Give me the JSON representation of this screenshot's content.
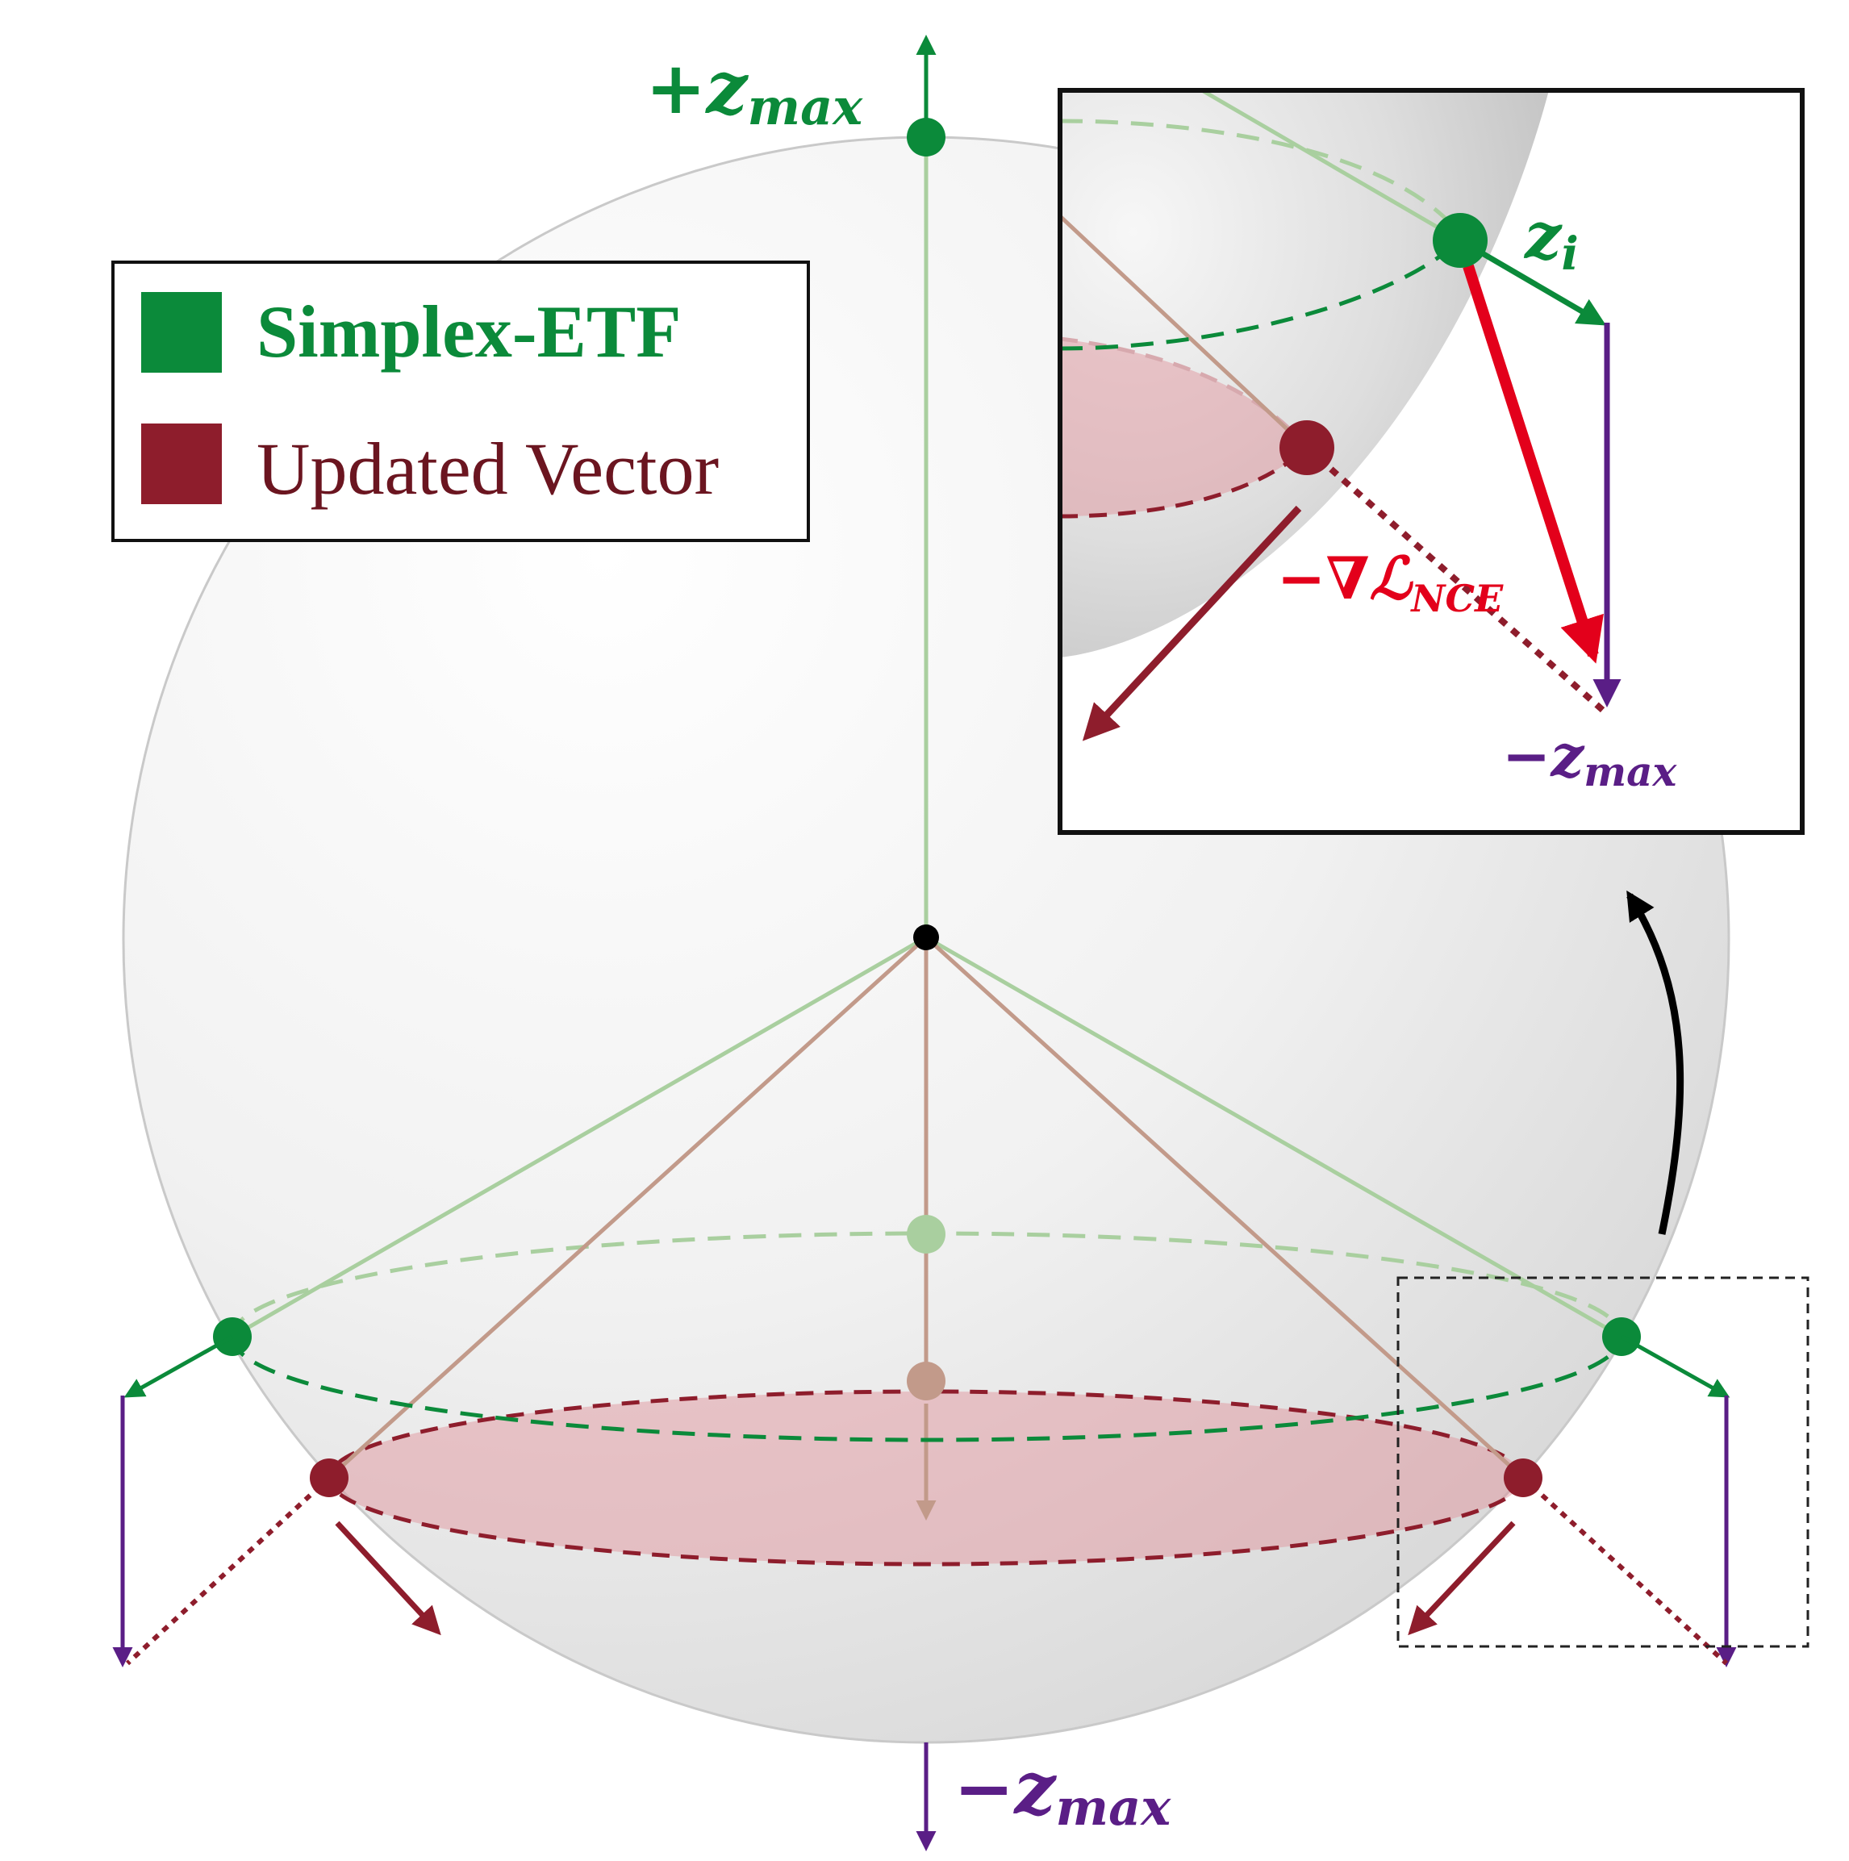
{
  "legend": {
    "items": [
      {
        "label": "Simplex-ETF",
        "color": "#0b8a3a"
      },
      {
        "label": "Updated Vector",
        "color": "#8e1d2c"
      }
    ]
  },
  "labels": {
    "top_sign": "+",
    "top_var": "z",
    "top_sub": "max",
    "bottom_sign": "−",
    "bottom_var": "z",
    "bottom_sub": "max",
    "inset_zi_var": "z",
    "inset_zi_sub": "i",
    "inset_grad_prefix": "−∇",
    "inset_grad_script": "ℒ",
    "inset_grad_sub": "NCE",
    "inset_neg_sign": "−",
    "inset_neg_var": "z",
    "inset_neg_sub": "max"
  },
  "colors": {
    "green": "#0b8a3a",
    "light_green": "#a9cf9f",
    "dark_red": "#8e1d2c",
    "tan": "#c29a8a",
    "purple": "#5a1e86",
    "red": "#e3001b",
    "black": "#000000"
  }
}
